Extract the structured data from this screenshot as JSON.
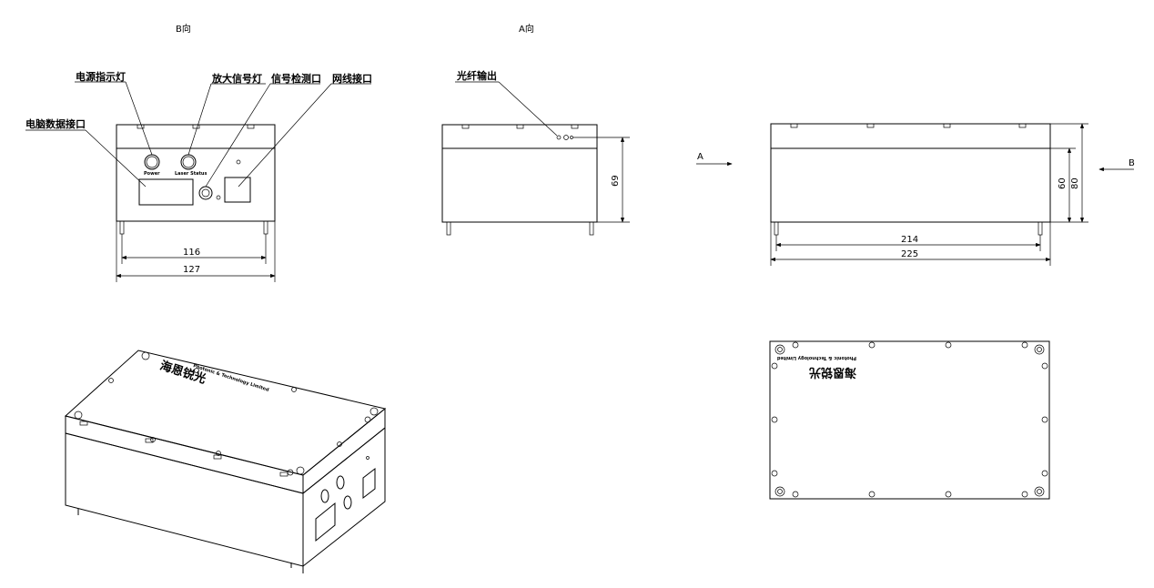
{
  "views": {
    "b_view_title": "B向",
    "a_view_title": "A向"
  },
  "callouts": {
    "power_indicator": "电源指示灯",
    "amp_signal_light": "放大信号灯",
    "signal_detect_port": "信号检测口",
    "network_port": "网线接口",
    "pc_data_port": "电脑数据接口",
    "fiber_output": "光纤输出"
  },
  "panel_labels": {
    "power": "Power",
    "laser_status": "Laser Status"
  },
  "dimensions": {
    "d116": "116",
    "d127": "127",
    "d69": "69",
    "d214": "214",
    "d225": "225",
    "d60": "60",
    "d80": "80"
  },
  "arrows": {
    "a": "A",
    "b": "B"
  },
  "lid_text": {
    "brand": "海恩锐光",
    "subtitle": "Photonic & Technology Limited"
  }
}
